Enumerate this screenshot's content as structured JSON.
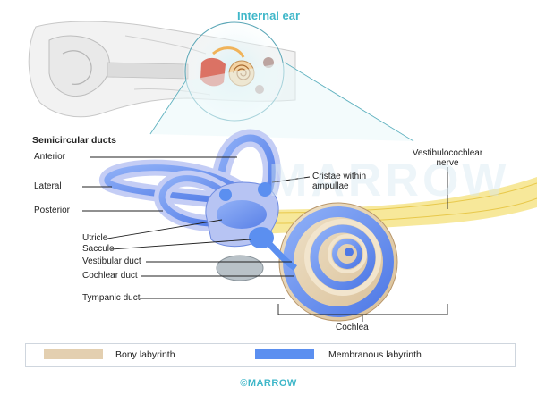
{
  "title": "Internal ear",
  "watermark": "MARROW",
  "labels": {
    "semicircular_ducts": "Semicircular ducts",
    "anterior": "Anterior",
    "lateral": "Lateral",
    "posterior": "Posterior",
    "utricle": "Utricle",
    "saccule": "Saccule",
    "vestibular_duct": "Vestibular duct",
    "cochlear_duct": "Cochlear duct",
    "tympanic_duct": "Tympanic duct",
    "cristae_line1": "Cristae within",
    "cristae_line2": "ampullae",
    "nerve_line1": "Vestibulocochlear",
    "nerve_line2": "nerve",
    "cochlea": "Cochlea"
  },
  "legend": [
    {
      "label": "Bony labyrinth",
      "color": "#e3cfb0"
    },
    {
      "label": "Membranous labyrinth",
      "color": "#5b8ff0"
    }
  ],
  "footer": "©MARROW",
  "colors": {
    "accent": "#3fb7c9",
    "bony": "#e3cfb0",
    "membranous": "#5b8ff0",
    "nerve": "#f2dc7a"
  }
}
